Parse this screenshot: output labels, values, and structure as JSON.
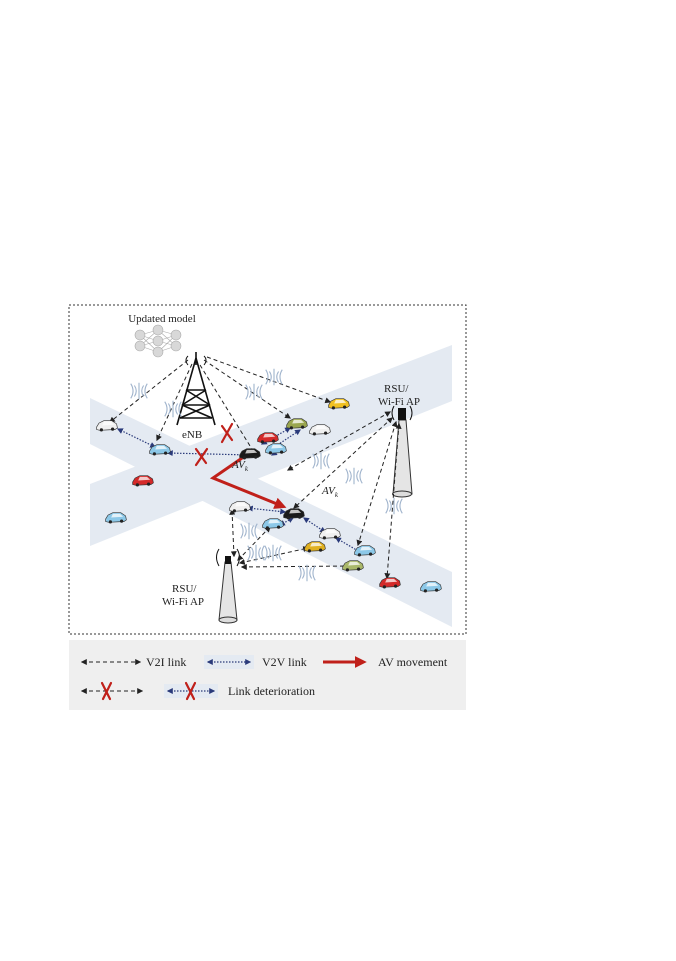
{
  "figure": {
    "labels": {
      "updated_model": "Updated model",
      "enb": "eNB",
      "rsu_top_line1": "RSU/",
      "rsu_top_line2": "Wi-Fi AP",
      "rsu_bottom_line1": "RSU/",
      "rsu_bottom_line2": "Wi-Fi AP",
      "av_base": "AV",
      "av_sub": "k"
    },
    "legend": {
      "v2i": "V2I link",
      "v2v": "V2V link",
      "av_movement": "AV movement",
      "link_deterioration": "Link deterioration"
    },
    "colors": {
      "road": "#e4eaf2",
      "legend_bg": "#efefef",
      "red": "#c0201a",
      "link": "#222222",
      "v2v": "#2a3a7a"
    }
  }
}
